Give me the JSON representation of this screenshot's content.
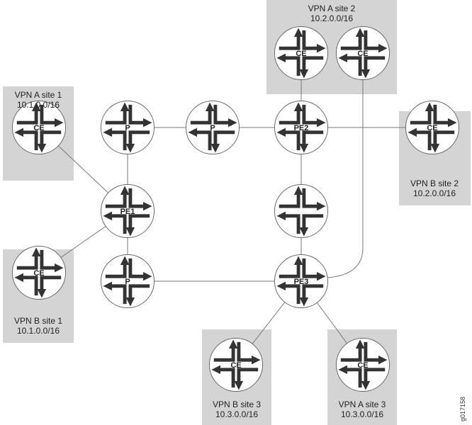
{
  "sites": {
    "a1": {
      "name": "VPN A site 1",
      "prefix": "10.1.0.0/16"
    },
    "a2": {
      "name": "VPN A site 2",
      "prefix": "10.2.0.0/16"
    },
    "b2": {
      "name": "VPN B site 2",
      "prefix": "10.2.0.0/16"
    },
    "b1": {
      "name": "VPN B site 1",
      "prefix": "10.1.0.0/16"
    },
    "b3": {
      "name": "VPN B site 3",
      "prefix": "10.3.0.0/16"
    },
    "a3": {
      "name": "VPN A site 3",
      "prefix": "10.3.0.0/16"
    }
  },
  "routers": {
    "ce": "CE",
    "p": "P",
    "pe1": "PE1",
    "pe2": "PE2",
    "pe3": "PE3",
    "p_mid": ""
  },
  "figure_id": "g017158"
}
